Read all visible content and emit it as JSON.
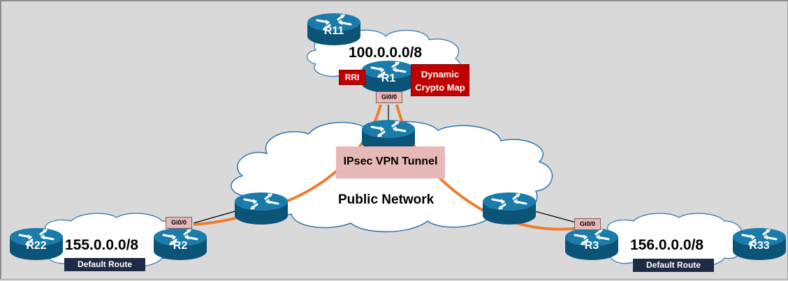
{
  "diagram": {
    "title_networks": {
      "hub": "100.0.0.0/8",
      "spoke_left": "155.0.0.0/8",
      "spoke_right": "156.0.0.0/8",
      "public": "Public Network"
    },
    "routers": {
      "r11": "R11",
      "r1": "R1",
      "r22": "R22",
      "r2": "R2",
      "r3": "R3",
      "r33": "R33"
    },
    "interfaces": {
      "r1": "Gi0/0",
      "r2": "Gi0/0",
      "r3": "Gi0/0"
    },
    "annotations": {
      "rri": "RRI",
      "dynamic_crypto_map_line1": "Dynamic",
      "dynamic_crypto_map_line2": "Crypto Map",
      "tunnel": "IPsec VPN Tunnel",
      "default_route_left": "Default Route",
      "default_route_right": "Default Route"
    },
    "colors": {
      "background": "#d9d9d9",
      "router": "#0e6a96",
      "cloud_stroke": "#2e75b6",
      "tunnel": "#ed7d31",
      "label_red": "#c00000",
      "label_pink": "#e6b8b7",
      "label_navy": "#1f2a44"
    }
  }
}
